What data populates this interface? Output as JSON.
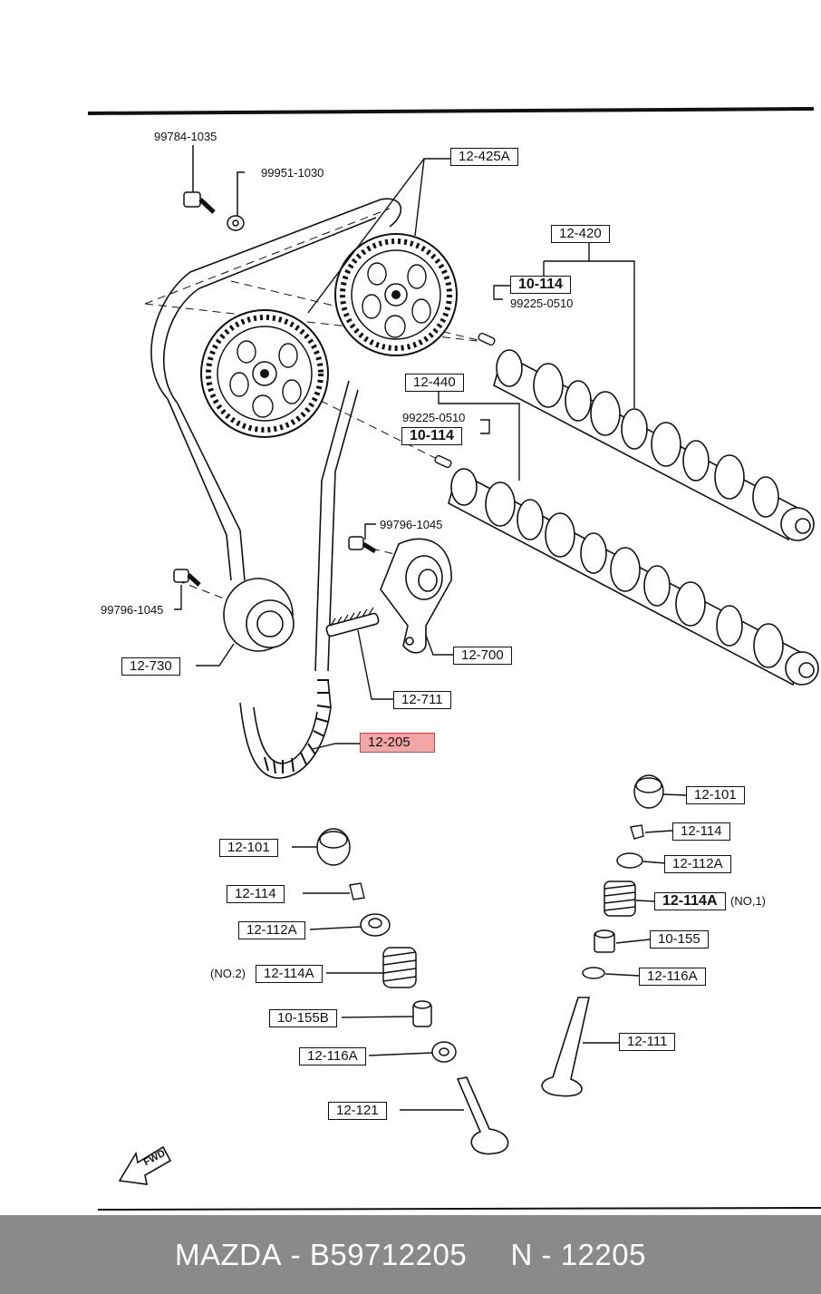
{
  "labels": {
    "p99784": "99784-1035",
    "p99951": "99951-1030",
    "p12425A": "12-425A",
    "p12420": "12-420",
    "p10114_top": "10-114",
    "p99225_top": "99225-0510",
    "p12440": "12-440",
    "p99225_mid": "99225-0510",
    "p10114_mid": "10-114",
    "p99796_r": "99796-1045",
    "p99796_l": "99796-1045",
    "p12730": "12-730",
    "p12700": "12-700",
    "p12711": "12-711",
    "p12205": "12-205",
    "r12101": "12-101",
    "r12114": "12-114",
    "r12112A": "12-112A",
    "r12114A": "12-114A",
    "r_no1": "(NO,1)",
    "r10155": "10-155",
    "r12116A": "12-116A",
    "r12111": "12-111",
    "l12101": "12-101",
    "l12114": "12-114",
    "l12112A": "12-112A",
    "l_no2": "(NO.2)",
    "l12114A": "12-114A",
    "l10155B": "10-155B",
    "l12116A": "12-116A",
    "l12121": "12-121",
    "fwd": "FWD"
  },
  "footer": {
    "brand": "MAZDA",
    "part_number": "B59712205",
    "ref": "N - 12205"
  },
  "icons": [
    "fwd-arrow-icon"
  ],
  "colors": {
    "highlight": "#f3a6a6",
    "footer_bg": "#8a8a8a"
  }
}
